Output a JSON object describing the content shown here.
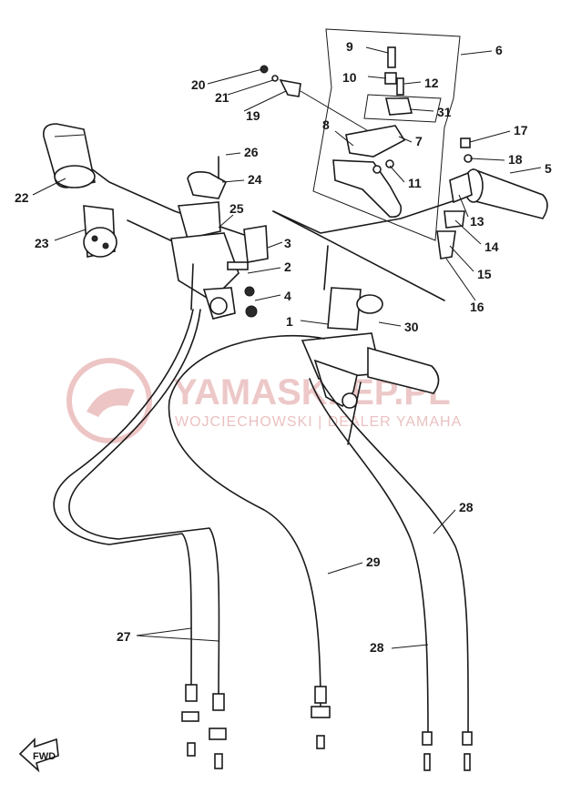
{
  "watermark": {
    "title": "YAMASKLEP.PL",
    "subtitle": "WOJCIECHOWSKI | DEALER YAMAHA"
  },
  "direction_marker": "FWD",
  "callouts": [
    "1",
    "2",
    "3",
    "4",
    "5",
    "6",
    "7",
    "8",
    "9",
    "10",
    "11",
    "12",
    "13",
    "14",
    "15",
    "16",
    "17",
    "18",
    "19",
    "20",
    "21",
    "22",
    "23",
    "24",
    "25",
    "26",
    "27",
    "28",
    "28",
    "29",
    "30",
    "31"
  ],
  "colors": {
    "ink": "#1a1a1a",
    "watermark": "#e8b6b6",
    "background": "#ffffff"
  }
}
